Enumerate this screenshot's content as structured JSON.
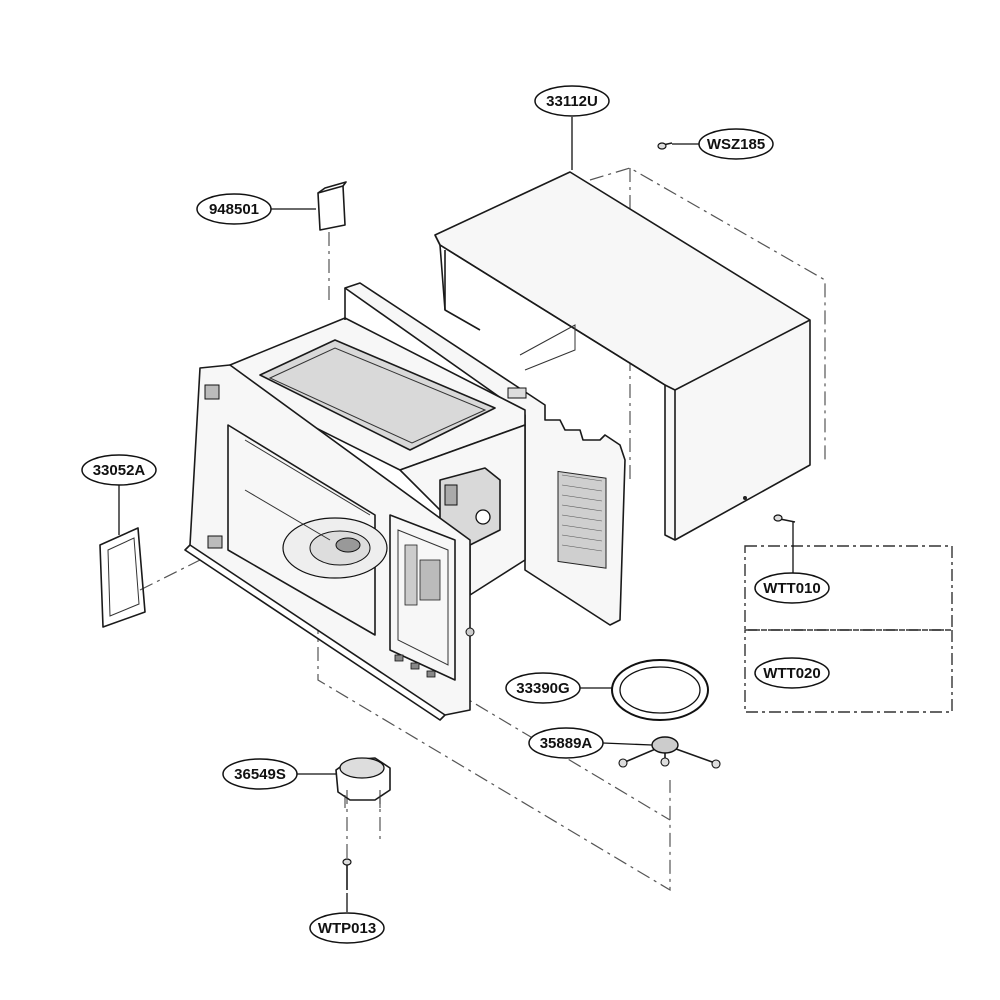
{
  "parts": {
    "p_33112U": "33112U",
    "p_WSZ185": "WSZ185",
    "p_948501": "948501",
    "p_33052A": "33052A",
    "p_WTT010": "WTT010",
    "p_WTT020": "WTT020",
    "p_33390G": "33390G",
    "p_35889A": "35889A",
    "p_36549S": "36549S",
    "p_WTP013": "WTP013"
  }
}
